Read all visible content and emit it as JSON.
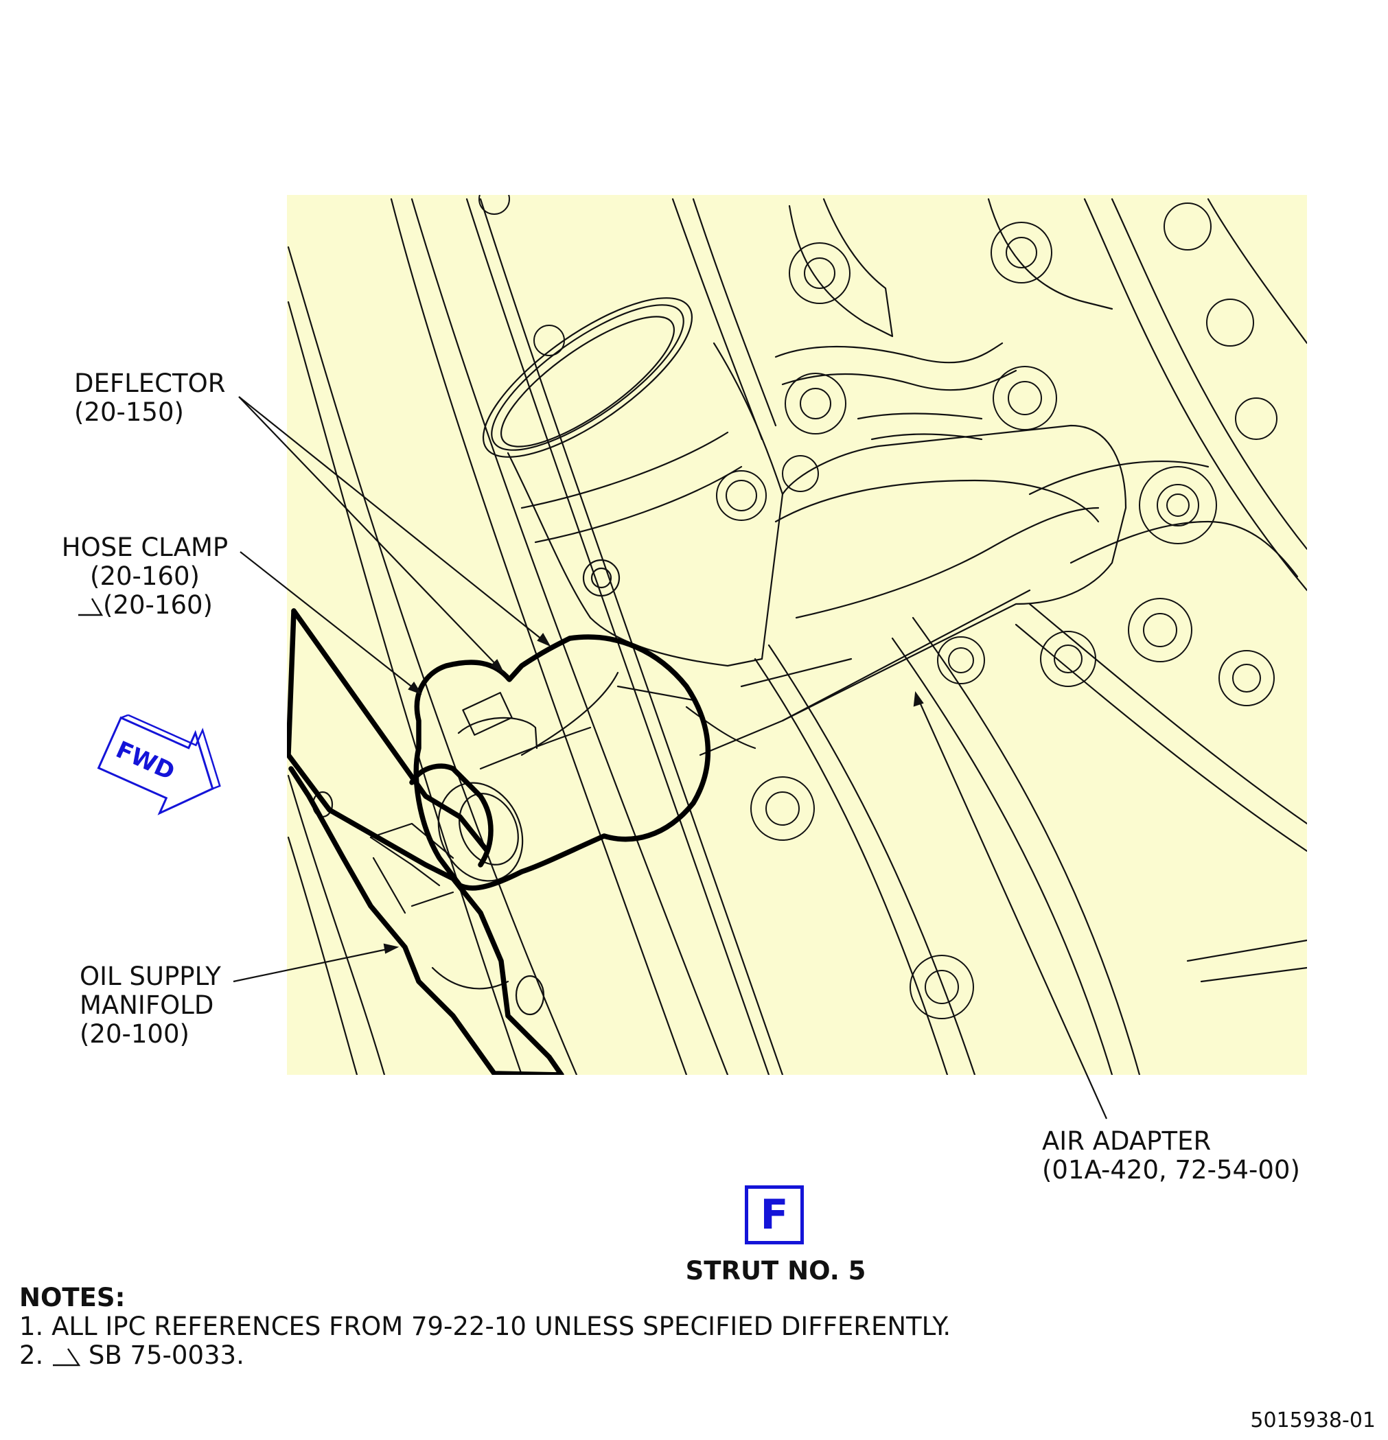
{
  "colors": {
    "background": "#ffffff",
    "illustration_fill": "#fbfbd0",
    "line": "#111111",
    "leader": "#111111",
    "accent_blue": "#1414d8"
  },
  "callouts": {
    "deflector": {
      "name": "DEFLECTOR",
      "ref": "(20-150)"
    },
    "hose_clamp": {
      "name": "HOSE CLAMP",
      "ref": "(20-160)",
      "ref_alt": "(20-160)",
      "flag_icon": "revision-flag-icon"
    },
    "oil_supply_manifold": {
      "line1": "OIL SUPPLY",
      "line2": "MANIFOLD",
      "ref": "(20-100)"
    },
    "air_adapter": {
      "name": "AIR ADAPTER",
      "ref": "(01A-420, 72-54-00)"
    }
  },
  "fwd_arrow": {
    "label": "FWD",
    "icon": "fwd-direction-arrow-icon"
  },
  "view": {
    "letter": "F",
    "title": "STRUT NO. 5"
  },
  "notes": {
    "heading": "NOTES:",
    "items": [
      {
        "number": "1.",
        "text": "ALL IPC REFERENCES FROM 79-22-10 UNLESS SPECIFIED DIFFERENTLY."
      },
      {
        "number": "2.",
        "flag_icon": "revision-flag-icon",
        "text": "SB 75-0033."
      }
    ]
  },
  "figure_id": "5015938-01"
}
